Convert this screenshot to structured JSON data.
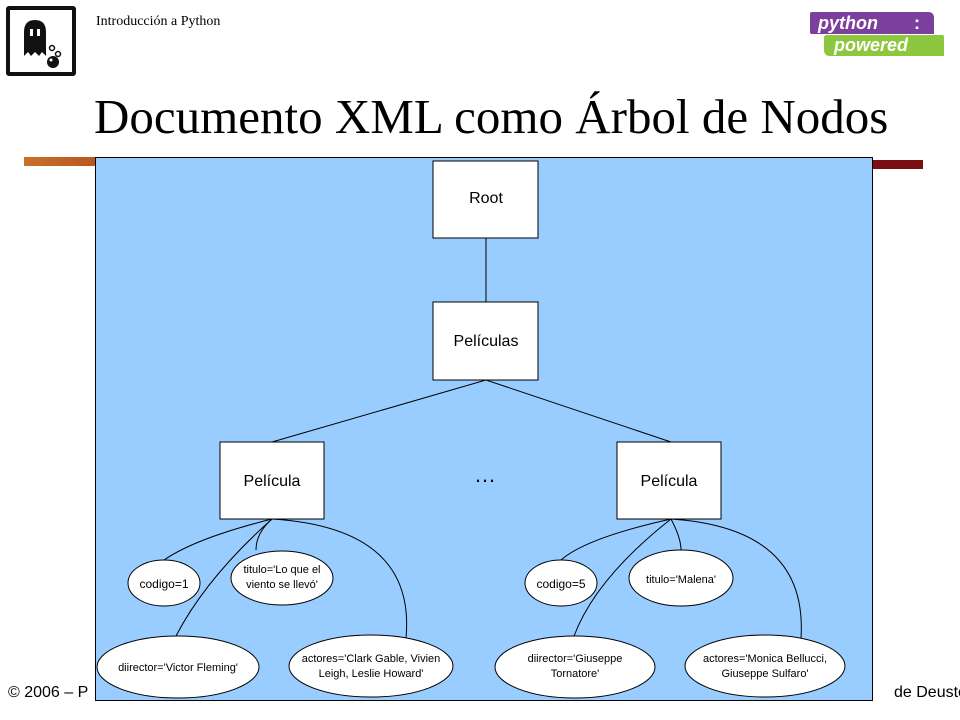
{
  "header": {
    "course": "Introducción a Python",
    "logo_right": {
      "line1": "python",
      "separator": ":",
      "line2": "powered",
      "colors": {
        "top": "#7b3f9e",
        "bottom": "#8dc63f"
      }
    }
  },
  "slide": {
    "title": "Documento XML como Árbol de Nodos"
  },
  "diagram": {
    "nodes": {
      "root": "Root",
      "peliculas": "Películas",
      "pelicula_1": "Película",
      "pelicula_2": "Película",
      "ellipsis": "…"
    },
    "attributes_1": {
      "codigo": "codigo=1",
      "titulo": [
        "titulo='Lo que el",
        "viento se llevó'"
      ],
      "director": "diirector='Victor Fleming'",
      "actores": [
        "actores='Clark Gable, Vivien",
        "Leigh, Leslie Howard'"
      ]
    },
    "attributes_2": {
      "codigo": "codigo=5",
      "titulo": "titulo='Malena'",
      "director": [
        "diirector='Giuseppe",
        "Tornatore'"
      ],
      "actores": [
        "actores='Monica Bellucci,",
        "Giuseppe Sulfaro'"
      ]
    },
    "colors": {
      "background": "#99ccff",
      "box": "#ffffff",
      "stroke": "#000000"
    }
  },
  "footer": {
    "left": "© 2006 – P",
    "right": "de Deusto"
  }
}
